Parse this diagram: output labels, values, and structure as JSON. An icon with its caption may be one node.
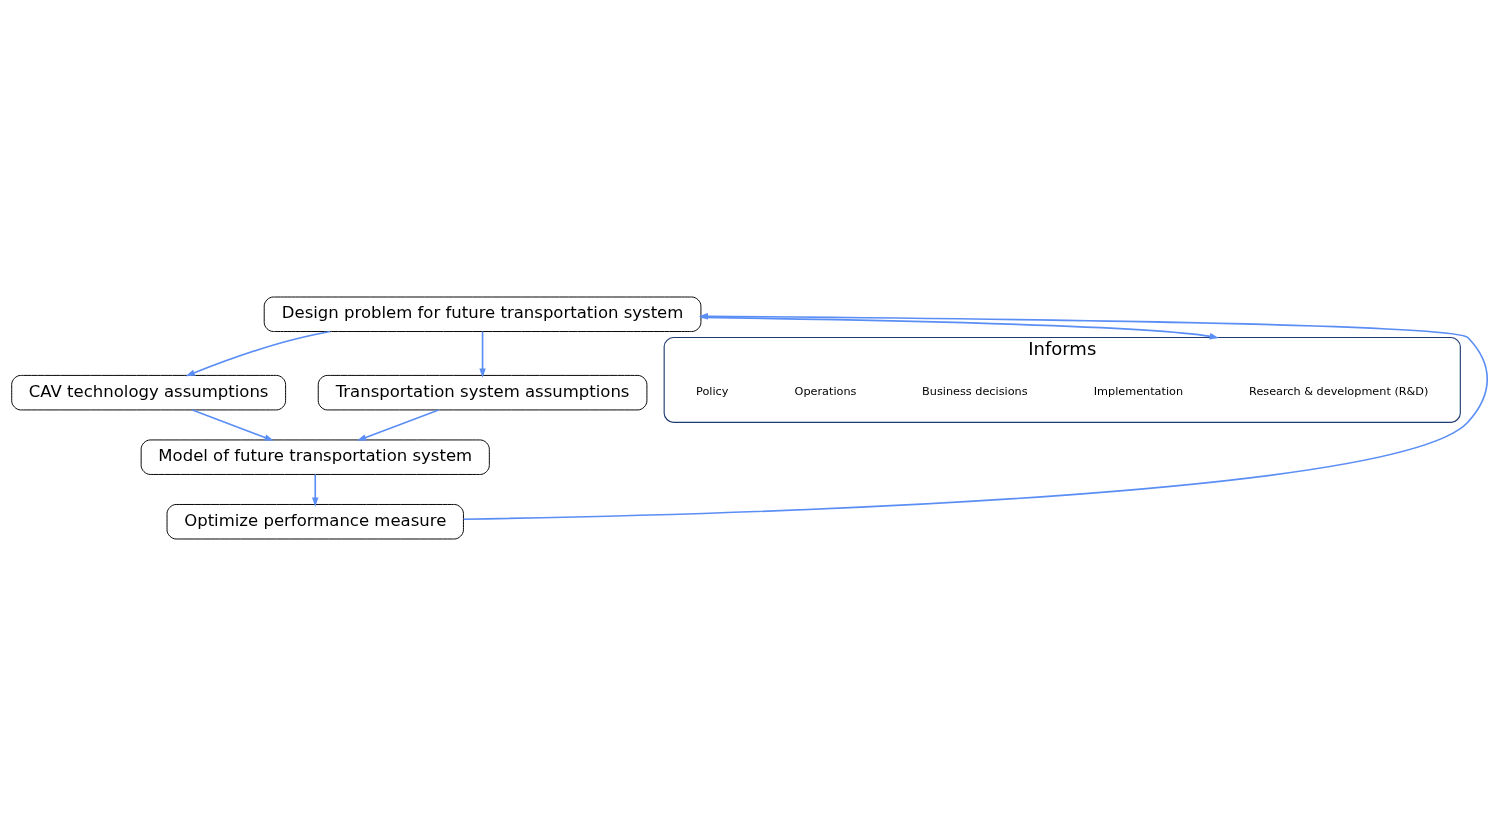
{
  "diagram": {
    "nodes": [
      {
        "text": [
          "Design problem for future transportation system"
        ]
      },
      {
        "text": [
          "CAV technology assumptions"
        ]
      },
      {
        "text": [
          "Transportation system assumptions"
        ]
      },
      {
        "text": [
          "Model of future transportation system"
        ]
      },
      {
        "text": [
          "Optimize performance measure"
        ]
      },
      {
        "text": [
          "Informs"
        ]
      },
      {
        "text": [
          "Research & development (R&D)"
        ],
        "in": 5
      },
      {
        "text": [
          "Implementation"
        ],
        "in": 5
      },
      {
        "text": [
          "Business decisions"
        ],
        "in": 5
      },
      {
        "text": [
          "Operations"
        ],
        "in": 5
      },
      {
        "text": [
          "Policy"
        ],
        "in": 5
      }
    ],
    "edges": [
      {
        "from": 0,
        "to": 1,
        "arrow": "to"
      },
      {
        "from": 0,
        "to": 2,
        "arrow": "to"
      },
      {
        "from": 1,
        "to": 3,
        "arrow": "to"
      },
      {
        "from": 2,
        "to": 3,
        "arrow": "to"
      },
      {
        "from": 3,
        "to": 4,
        "arrow": "to"
      },
      {
        "from": 4,
        "to": 0,
        "arrow": "to"
      },
      {
        "from": 0,
        "to": 5,
        "arrow": "to"
      }
    ]
  }
}
